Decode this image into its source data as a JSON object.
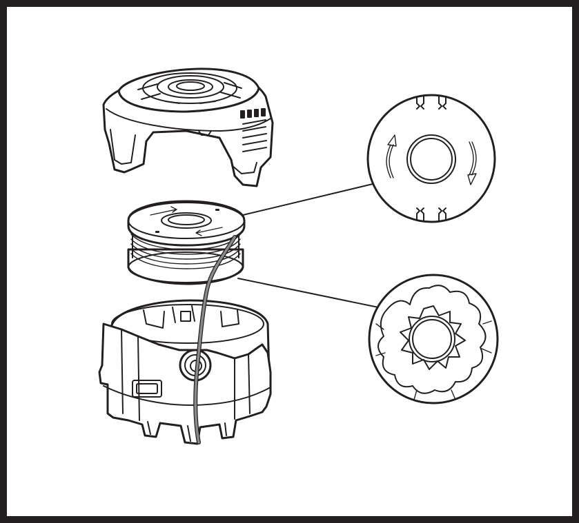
{
  "figure": {
    "kind": "exploded-assembly-illustration",
    "colors": {
      "frame": "#231f20",
      "background": "#ffffff",
      "line": "#231f20",
      "trimmer_line": "#8a8a8a"
    },
    "parts": [
      "spool-cover",
      "line-spool",
      "spool-housing",
      "trimmer-line"
    ],
    "callouts": [
      "spool-top-face-detail",
      "spool-bottom-teeth-detail"
    ]
  }
}
